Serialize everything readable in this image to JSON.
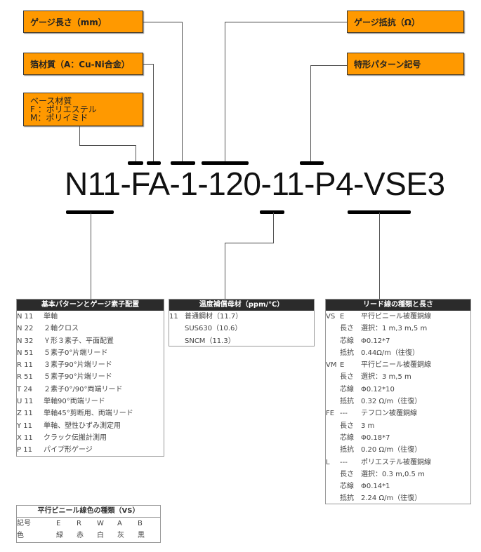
{
  "labels": {
    "gauge_length": "ゲージ長さ（mm）",
    "foil_material": "箔材質（A：Cu-Ni合金）",
    "base_material": [
      "ベース材質",
      "F ：ポリエステル",
      "M：ポリイミド"
    ],
    "gauge_resistance": "ゲージ抵抗（Ω）",
    "special_pattern": "特形パターン記号"
  },
  "code": "N11-FA-1-120-11-P4-VSE3",
  "colors": {
    "label_bg": "#ff9900",
    "header_bg": "#2b2b2b"
  },
  "pattern_table": {
    "title": "基本パターンとゲージ素子配置",
    "rows": [
      {
        "code": "N 11",
        "desc": "単軸"
      },
      {
        "code": "N 22",
        "desc": "２軸クロス"
      },
      {
        "code": "N 32",
        "desc": "Ｙ形３素子、平面配置"
      },
      {
        "code": "N 51",
        "desc": "５素子0°片端リード"
      },
      {
        "code": "R 11",
        "desc": "３素子90°片端リード"
      },
      {
        "code": "R 51",
        "desc": "５素子90°片端リード"
      },
      {
        "code": "T 24",
        "desc": "２素子0°/90°両端リード"
      },
      {
        "code": "U 11",
        "desc": "単軸90°両端リード"
      },
      {
        "code": "Z 11",
        "desc": "単軸45°剪断用、両端リード"
      },
      {
        "code": "Y 11",
        "desc": "単軸、塑性ひずみ測定用"
      },
      {
        "code": "X 11",
        "desc": "クラック伝搬計測用"
      },
      {
        "code": "P 11",
        "desc": "パイプ形ゲージ"
      }
    ]
  },
  "temp_table": {
    "title": "温度補償母材（ppm/℃）",
    "rows": [
      {
        "code": "11",
        "desc": "普通鋼材（11.7）"
      },
      {
        "code": "",
        "desc": "SUS630（10.6）"
      },
      {
        "code": "",
        "desc": "SNCM（11.3）"
      }
    ]
  },
  "lead_table": {
    "title": "リード線の種類と長さ",
    "rows": [
      {
        "a": "VS",
        "b": "E",
        "c": "平行ビニール被覆銅線"
      },
      {
        "a": "",
        "b": "長さ",
        "c": "選択：1 m,3 m,5 m"
      },
      {
        "a": "",
        "b": "芯線",
        "c": "Φ0.12*7"
      },
      {
        "a": "",
        "b": "抵抗",
        "c": "0.44Ω/m（往復）"
      },
      {
        "a": "VM",
        "b": "E",
        "c": "平行ビニール被覆銅線"
      },
      {
        "a": "",
        "b": "長さ",
        "c": "選択：3 m,5 m"
      },
      {
        "a": "",
        "b": "芯線",
        "c": "Φ0.12*10"
      },
      {
        "a": "",
        "b": "抵抗",
        "c": "0.32 Ω/m（往復）"
      },
      {
        "a": "FE",
        "b": "---",
        "c": "テフロン被覆銅線"
      },
      {
        "a": "",
        "b": "長さ",
        "c": "3 m"
      },
      {
        "a": "",
        "b": "芯線",
        "c": "Φ0.18*7"
      },
      {
        "a": "",
        "b": "抵抗",
        "c": "0.20 Ω/m（往復）"
      },
      {
        "a": "L",
        "b": "---",
        "c": "ポリエステル被覆銅線"
      },
      {
        "a": "",
        "b": "長さ",
        "c": "選択：0.3 m,0.5 m"
      },
      {
        "a": "",
        "b": "芯線",
        "c": "Φ0.14*1"
      },
      {
        "a": "",
        "b": "抵抗",
        "c": "2.24 Ω/m（往復）"
      }
    ]
  },
  "color_table": {
    "title": "平行ビニール線色の種類（VS）",
    "symbol_label": "記号",
    "color_label": "色",
    "symbols": [
      "E",
      "R",
      "W",
      "A",
      "B"
    ],
    "colors": [
      "緑",
      "赤",
      "白",
      "灰",
      "黒"
    ]
  }
}
